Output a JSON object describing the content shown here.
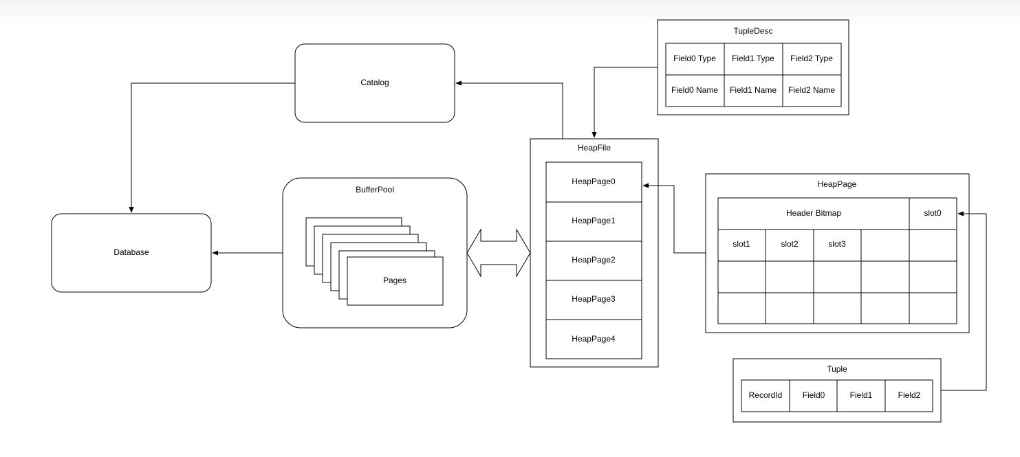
{
  "catalog": {
    "label": "Catalog"
  },
  "database": {
    "label": "Database"
  },
  "buffer_pool": {
    "title": "BufferPool",
    "pages_label": "Pages"
  },
  "tuple_desc": {
    "title": "TupleDesc",
    "types": [
      "Field0 Type",
      "Field1 Type",
      "Field2 Type"
    ],
    "names": [
      "Field0 Name",
      "Field1 Name",
      "Field2 Name"
    ]
  },
  "heap_file": {
    "title": "HeapFile",
    "pages": [
      "HeapPage0",
      "HeapPage1",
      "HeapPage2",
      "HeapPage3",
      "HeapPage4"
    ]
  },
  "heap_page": {
    "title": "HeapPage",
    "header": "Header Bitmap",
    "slot0": "slot0",
    "slots": [
      "slot1",
      "slot2",
      "slot3"
    ]
  },
  "tuple": {
    "title": "Tuple",
    "fields": [
      "RecordId",
      "Field0",
      "Field1",
      "Field2"
    ]
  }
}
